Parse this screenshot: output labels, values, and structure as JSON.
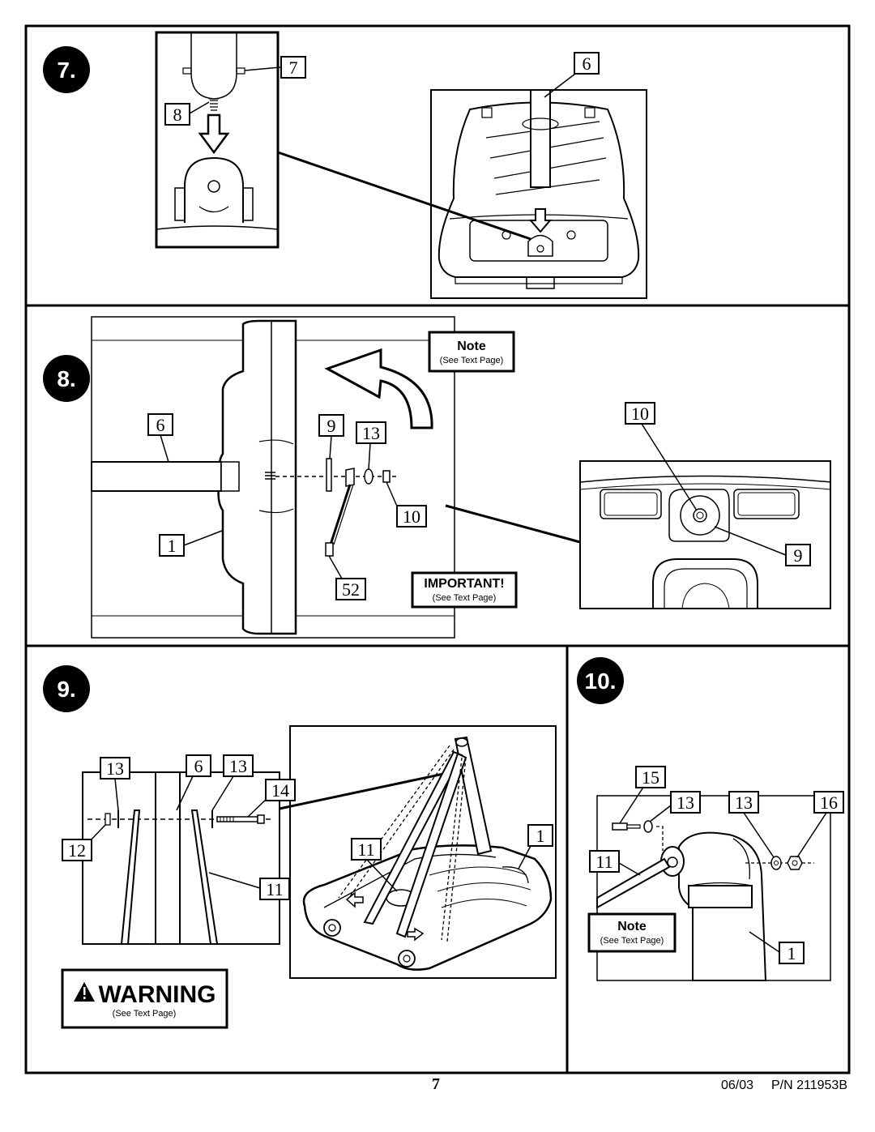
{
  "steps": [
    {
      "number": "7."
    },
    {
      "number": "8."
    },
    {
      "number": "9."
    },
    {
      "number": "10."
    }
  ],
  "step7": {
    "callouts": [
      "7",
      "8",
      "6"
    ]
  },
  "step8": {
    "callouts": [
      "6",
      "1",
      "9",
      "13",
      "10",
      "52",
      "10",
      "9"
    ],
    "note": {
      "title": "Note",
      "sub": "(See Text Page)"
    },
    "important": {
      "title": "IMPORTANT!",
      "sub": "(See Text Page)"
    }
  },
  "step9": {
    "callouts": [
      "13",
      "6",
      "13",
      "14",
      "12",
      "11",
      "11",
      "1"
    ],
    "warning": {
      "title": "WARNING",
      "sub": "(See Text Page)"
    }
  },
  "step10": {
    "callouts": [
      "15",
      "13",
      "13",
      "16",
      "11",
      "1"
    ],
    "note": {
      "title": "Note",
      "sub": "(See Text Page)"
    }
  },
  "footer": {
    "page_number": "7",
    "date": "06/03",
    "part_number": "P/N 211953B"
  }
}
